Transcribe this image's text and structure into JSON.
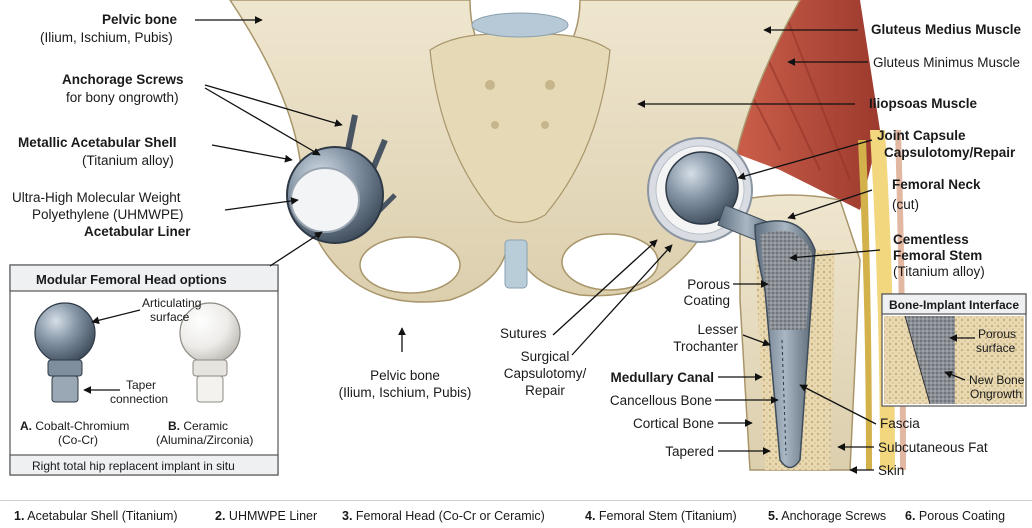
{
  "labels": {
    "pelvic_bone_top": "Pelvic bone",
    "pelvic_bone_top_sub": "(Ilium, Ischium, Pubis)",
    "anchorage_screws": "Anchorage Screws",
    "anchorage_screws_sub": "for bony ongrowth)",
    "metallic_shell": "Metallic Acetabular Shell",
    "metallic_shell_sub": "(Titanium alloy)",
    "uhmwpe_line1": "Ultra-High Molecular Weight",
    "uhmwpe_line2": "Polyethylene (UHMWPE)",
    "acetabular_liner": "Acetabular Liner",
    "pelvic_bone_bottom": "Pelvic bone",
    "pelvic_bone_bottom_sub": "(Ilium, Ischium, Pubis)",
    "sutures": "Sutures",
    "surgical_capsulotomy_1": "Surgical",
    "surgical_capsulotomy_2": "Capsulotomy/",
    "surgical_capsulotomy_3": "Repair",
    "gluteus_medius": "Gluteus Medius Muscle",
    "gluteus_minimus": "Gluteus Minimus Muscle",
    "iliopsoas": "Iliopsoas Muscle",
    "joint_capsule_1": "Joint Capsule",
    "joint_capsule_2": "Capsulotomy/Repair",
    "femoral_neck": "Femoral Neck",
    "femoral_neck_sub": "(cut)",
    "cementless_1": "Cementless",
    "cementless_2": "Femoral Stem",
    "cementless_sub": "(Titanium alloy)",
    "porous_coating_1": "Porous",
    "porous_coating_2": "Coating",
    "lesser_troch_1": "Lesser",
    "lesser_troch_2": "Trochanter",
    "medullary_canal": "Medullary Canal",
    "cancellous_bone": "Cancellous Bone",
    "cortical_bone": "Cortical Bone",
    "tapered": "Tapered",
    "fascia": "Fascia",
    "subcutaneous_fat": "Subcutaneous Fat",
    "skin": "Skin"
  },
  "inset_heads": {
    "title": "Modular Femoral Head options",
    "articulating_1": "Articulating",
    "articulating_2": "surface",
    "taper_1": "Taper",
    "taper_2": "connection",
    "a_letter": "A.",
    "a_name": "Cobalt-Chromium",
    "a_sub": "(Co-Cr)",
    "b_letter": "B.",
    "b_name": "Ceramic",
    "b_sub": "(Alumina/Zirconia)",
    "footer": "Right total hip replacent implant in situ"
  },
  "inset_interface": {
    "title": "Bone-Implant Interface",
    "porous_1": "Porous",
    "porous_2": "surface",
    "new_bone_1": "New Bone",
    "new_bone_2": "Ongrowth"
  },
  "legend": [
    {
      "num": "1.",
      "text": "Acetabular Shell (Titanium)"
    },
    {
      "num": "2.",
      "text": "UHMWPE Liner"
    },
    {
      "num": "3.",
      "text": "Femoral Head (Co-Cr or Ceramic)"
    },
    {
      "num": "4.",
      "text": "Femoral Stem (Titanium)"
    },
    {
      "num": "5.",
      "text": "Anchorage Screws"
    },
    {
      "num": "6.",
      "text": "Porous Coating"
    }
  ]
}
